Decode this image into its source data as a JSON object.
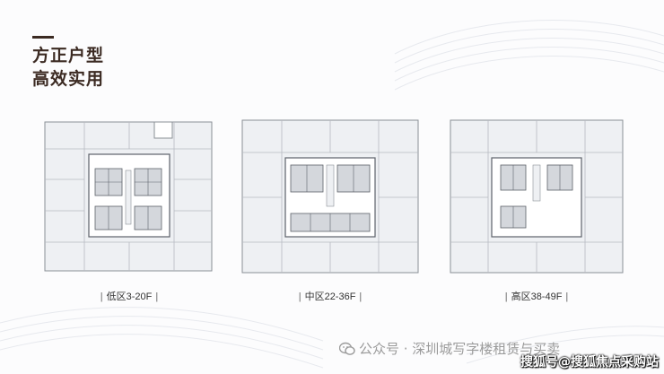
{
  "heading": {
    "line1": "方正户型",
    "line2": "高效实用"
  },
  "plans": [
    {
      "label": "低区3-20F"
    },
    {
      "label": "中区22-36F"
    },
    {
      "label": "高区38-49F"
    }
  ],
  "caption_separator": "|",
  "watermark": "公众号 · 深圳城写字楼租赁与买卖",
  "source_badge": "搜狐号@搜狐焦点采购站",
  "colors": {
    "title": "#3b2a22",
    "plan_fill": "#eef0f3",
    "core_fill": "#ffffff",
    "line": "#8a8f96"
  }
}
